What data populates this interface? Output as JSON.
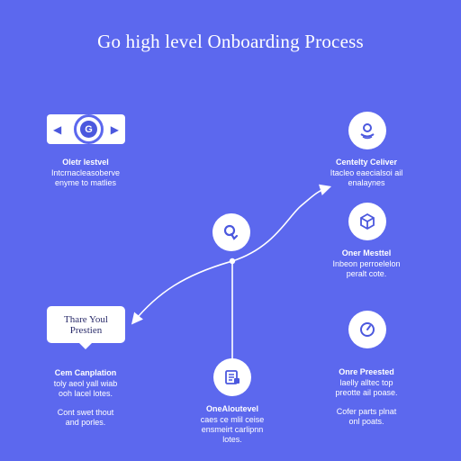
{
  "title": "Go high level Onboarding Process",
  "steps": [
    {
      "heading": "Oletr lestvel",
      "lines": [
        "Intcrnacleasoberve",
        "enyme to matlies"
      ]
    },
    {
      "heading": "Centelty Celiver",
      "lines": [
        "Itacleo eaecialsoi ail",
        "enalaynes"
      ]
    },
    {
      "heading": "Oner Mesttel",
      "lines": [
        "Inbeon perroelelon",
        "peralt cote."
      ]
    },
    {
      "heading": "Cem Canplation",
      "lines": [
        "toly aeol yall wiab",
        "ooh lacel lotes."
      ],
      "extra_lines": [
        "Cont swet thout",
        "and porles."
      ]
    },
    {
      "heading": "OneAloutevel",
      "lines": [
        "caes ce mlil ceise",
        "ensmeirt carlipnn",
        "lotes."
      ]
    },
    {
      "heading": "Onre Preested",
      "lines": [
        "laelly alltec top",
        "preotte ail poase."
      ],
      "extra_lines": [
        "Cofer parts plnat",
        "onl poats."
      ]
    }
  ],
  "callout": {
    "line1": "Thare Youl",
    "line2": "Prestien"
  },
  "nav": {
    "left_arrow": "◀",
    "right_arrow": "▶",
    "center_glyph": "G"
  },
  "colors": {
    "background": "#5c68ee",
    "accent": "#4b58de",
    "white": "#ffffff"
  }
}
